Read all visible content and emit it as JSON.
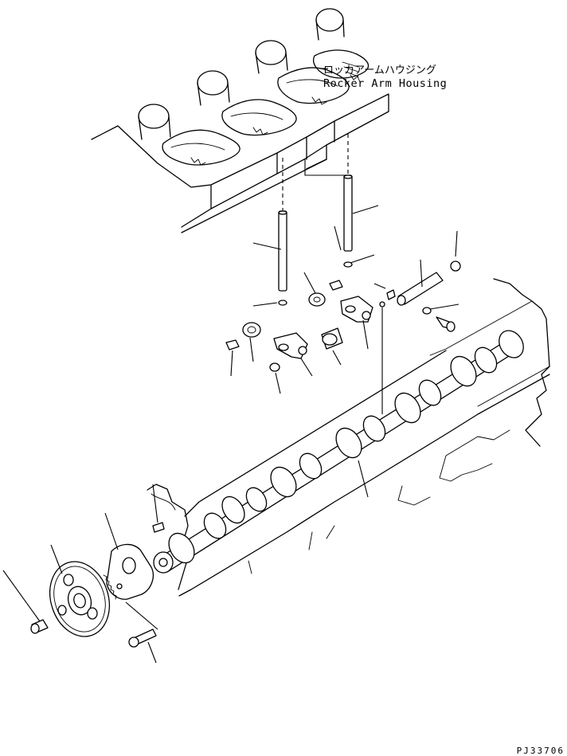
{
  "callout": {
    "label_jp": "ロッカアームハウジング",
    "label_en": "Rocker Arm Housing"
  },
  "drawing_code": "PJ33706",
  "colors": {
    "ink": "#000000",
    "paper": "#ffffff"
  }
}
